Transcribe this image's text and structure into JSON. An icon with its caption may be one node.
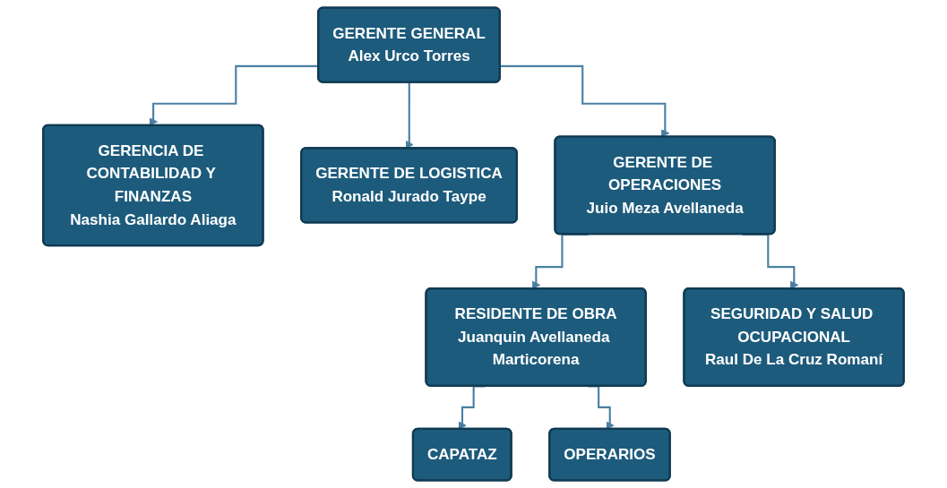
{
  "diagram": {
    "nodes": [
      {
        "text": [
          "GERENTE GENERAL",
          "Alex Urco Torres"
        ]
      },
      {
        "text": [
          "GERENCIA DE CONTABILIDAD Y FINANZAS",
          "Nashia Gallardo Aliaga"
        ]
      },
      {
        "text": [
          "GERENTE DE LOGISTICA",
          "Ronald Jurado Taype"
        ]
      },
      {
        "text": [
          "GERENTE DE OPERACIONES",
          "Juio Meza Avellaneda"
        ]
      },
      {
        "text": [
          "RESIDENTE DE OBRA",
          "Juanquin Avellaneda Marticorena"
        ]
      },
      {
        "text": [
          "SEGURIDAD Y SALUD OCUPACIONAL",
          "Raul De La Cruz Romaní"
        ]
      },
      {
        "text": [
          "CAPATAZ"
        ]
      },
      {
        "text": [
          "OPERARIOS"
        ]
      }
    ],
    "edges": [
      {
        "from": 0,
        "to": 1,
        "arrow": "to"
      },
      {
        "from": 0,
        "to": 2,
        "arrow": "to"
      },
      {
        "from": 0,
        "to": 3,
        "arrow": "to"
      },
      {
        "from": 3,
        "to": 4,
        "arrow": "to"
      },
      {
        "from": 3,
        "to": 5,
        "arrow": "to"
      },
      {
        "from": 4,
        "to": 6,
        "arrow": "to"
      },
      {
        "from": 4,
        "to": 7,
        "arrow": "to"
      }
    ]
  }
}
